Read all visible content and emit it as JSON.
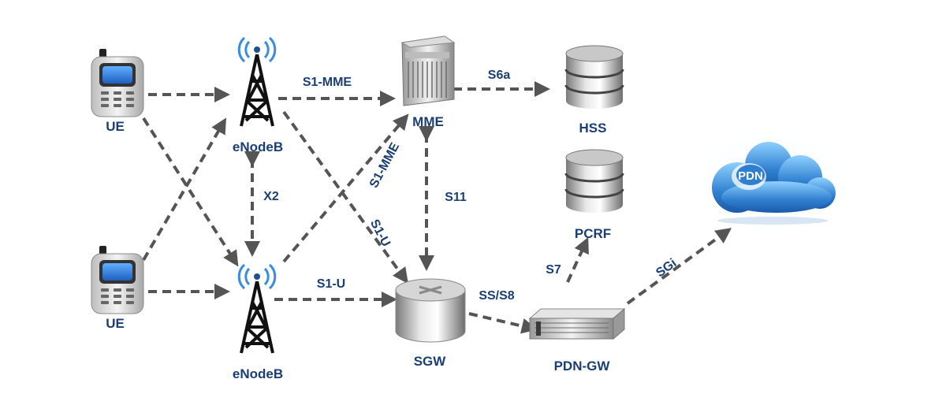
{
  "nodes": {
    "ue_top": "UE",
    "ue_bottom": "UE",
    "enodeb_top": "eNodeB",
    "enodeb_bottom": "eNodeB",
    "mme": "MME",
    "hss": "HSS",
    "pcrf": "PCRF",
    "sgw": "SGW",
    "pdn_gw": "PDN-GW",
    "pdn": "PDN"
  },
  "edges": {
    "s1_mme": "S1-MME",
    "s1_mme_cross": "S1-MME",
    "s6a": "S6a",
    "x2": "X2",
    "s11": "S11",
    "s1_u_cross": "S1-U",
    "s1_u": "S1-U",
    "ss_s8": "SS/S8",
    "s7": "S7",
    "sgi": "SGi"
  },
  "colors": {
    "label": "#1a3f73",
    "arrow": "#555555",
    "cloud": "#2f7fd0",
    "screen": "#2f7fe0"
  }
}
